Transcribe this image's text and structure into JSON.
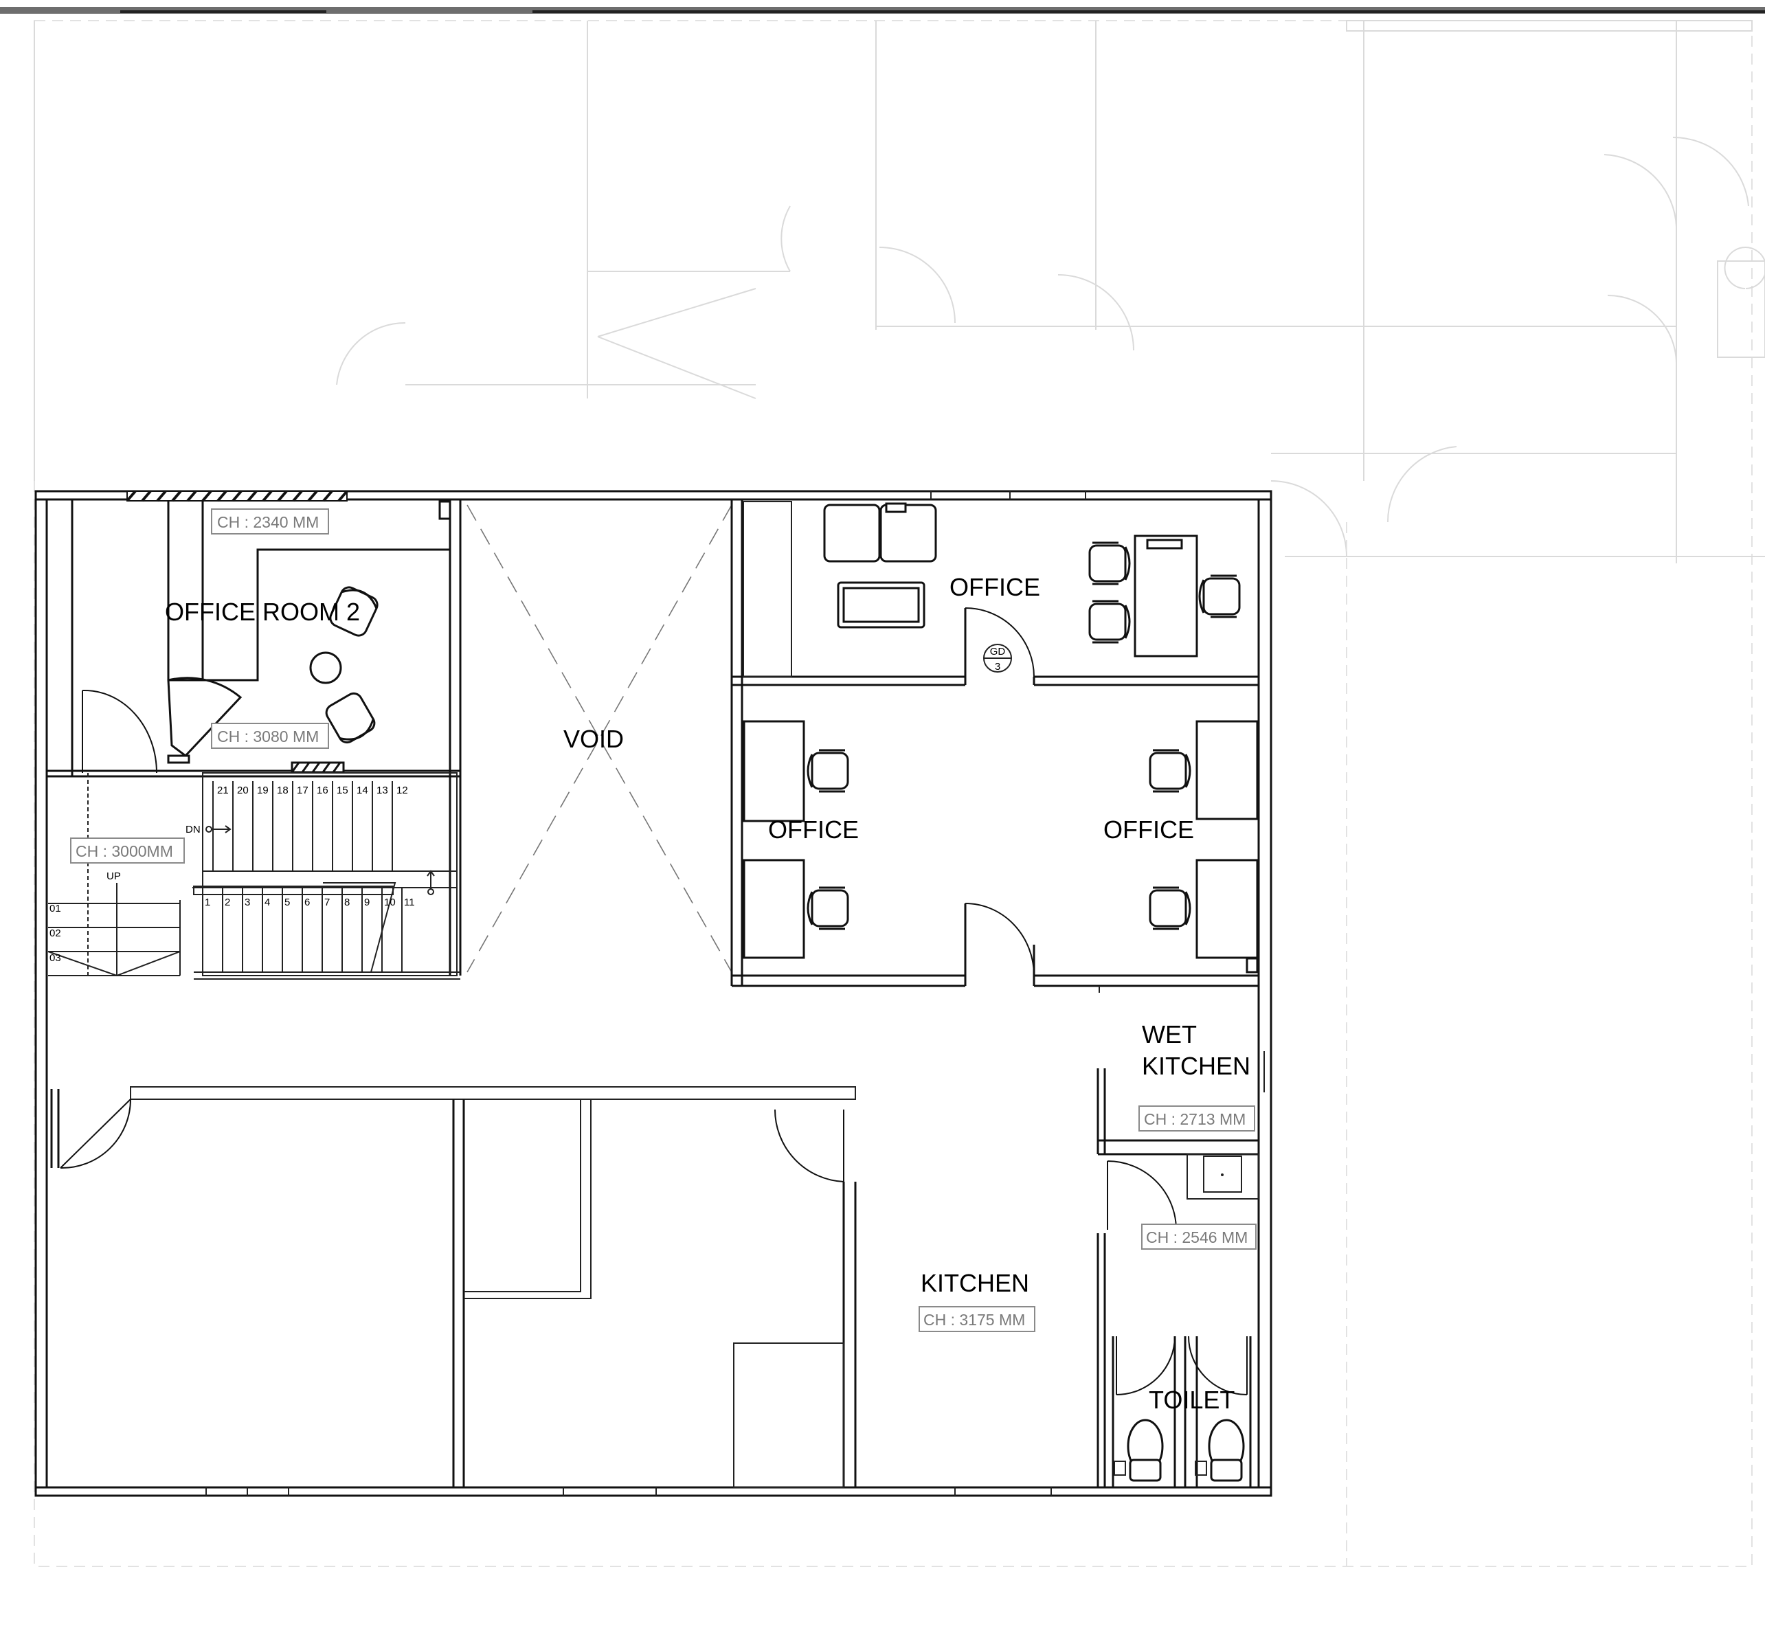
{
  "rooms": {
    "office_room_2": "OFFICE ROOM 2",
    "void": "VOID",
    "office_top_right": "OFFICE",
    "office_left": "OFFICE",
    "office_right": "OFFICE",
    "wet_kitchen_line1": "WET",
    "wet_kitchen_line2": "KITCHEN",
    "kitchen": "KITCHEN",
    "toilet": "TOILET"
  },
  "ceiling_heights": {
    "ch1": "CH : 2340 MM",
    "ch2": "CH : 3080 MM",
    "ch3": "CH : 3000MM",
    "ch4": "CH : 2713 MM",
    "ch5": "CH : 2546 MM",
    "ch6": "CH : 3175 MM"
  },
  "stair": {
    "dn_label": "DN",
    "up_label": "UP",
    "upper_steps": [
      "21",
      "20",
      "19",
      "18",
      "17",
      "16",
      "15",
      "14",
      "13",
      "12"
    ],
    "lower_steps": [
      "1",
      "2",
      "3",
      "4",
      "5",
      "6",
      "7",
      "8",
      "9",
      "10",
      "11"
    ],
    "landing_steps": [
      "01",
      "02",
      "03"
    ]
  },
  "door_tag": {
    "top": "GD",
    "bottom": "3"
  }
}
